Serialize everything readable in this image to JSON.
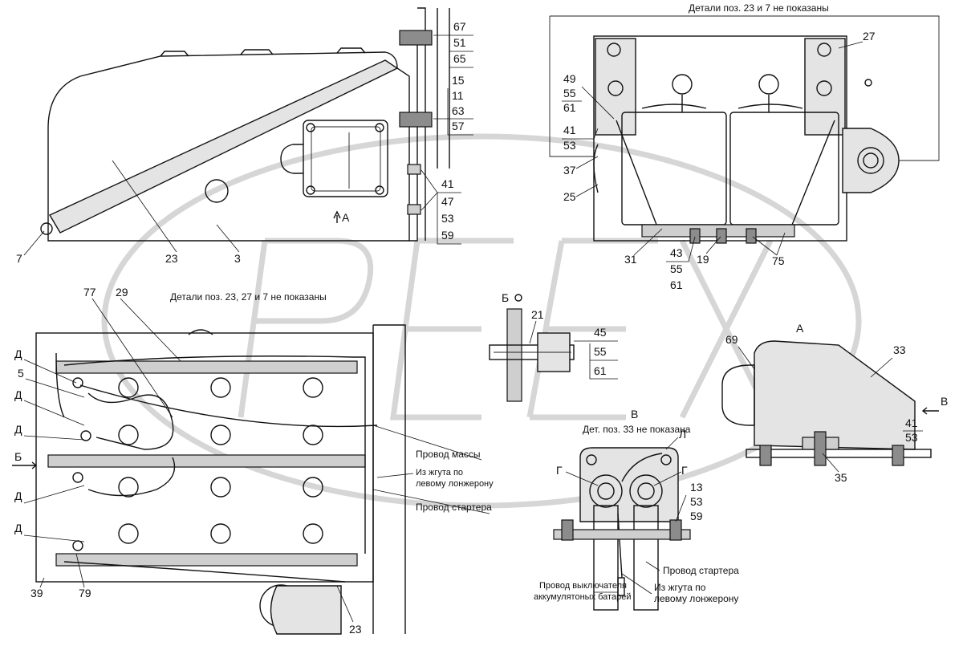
{
  "captions": {
    "top_right_note": "Детали поз. 23 и 7  не показаны",
    "bottom_left_note": "Детали поз. 23, 27 и 7 не показаны",
    "view_b_note": "Дет. поз. 33 не показана"
  },
  "views": {
    "a": "А",
    "b": "Б",
    "v": "В",
    "arrow_a": "А",
    "arrow_b": "Б",
    "arrow_v": "В"
  },
  "wires": {
    "mass": "Провод массы",
    "harness_1": "Из жгута по",
    "harness_2": "левому лонжерону",
    "starter": "Провод стартера",
    "switch_1": "Провод выключателя",
    "switch_2": "аккумулятоных батарей"
  },
  "letters": {
    "d": "Д",
    "g": "Г",
    "l": "Л"
  },
  "positions": {
    "top_left": [
      "7",
      "23",
      "3"
    ],
    "stack_67": [
      "67",
      "51",
      "65"
    ],
    "stack_15": [
      "15",
      "11",
      "63",
      "57"
    ],
    "stack_41": [
      "41",
      "47",
      "53",
      "59"
    ],
    "stack_49": [
      "49",
      "55",
      "61"
    ],
    "stack_41b": [
      "41",
      "53"
    ],
    "p37": "37",
    "p25": "25",
    "p27": "27",
    "p31": "31",
    "stack_43": [
      "43",
      "55",
      "61"
    ],
    "p19": "19",
    "p75": "75",
    "p77": "77",
    "p29": "29",
    "p5": "5",
    "p39": "39",
    "p79": "79",
    "p23b": "23",
    "p21": "21",
    "stack_45": [
      "45",
      "55",
      "61"
    ],
    "p69": "69",
    "p33": "33",
    "stack_41c": [
      "41",
      "53"
    ],
    "p35": "35",
    "stack_13": [
      "13",
      "53",
      "59"
    ]
  }
}
